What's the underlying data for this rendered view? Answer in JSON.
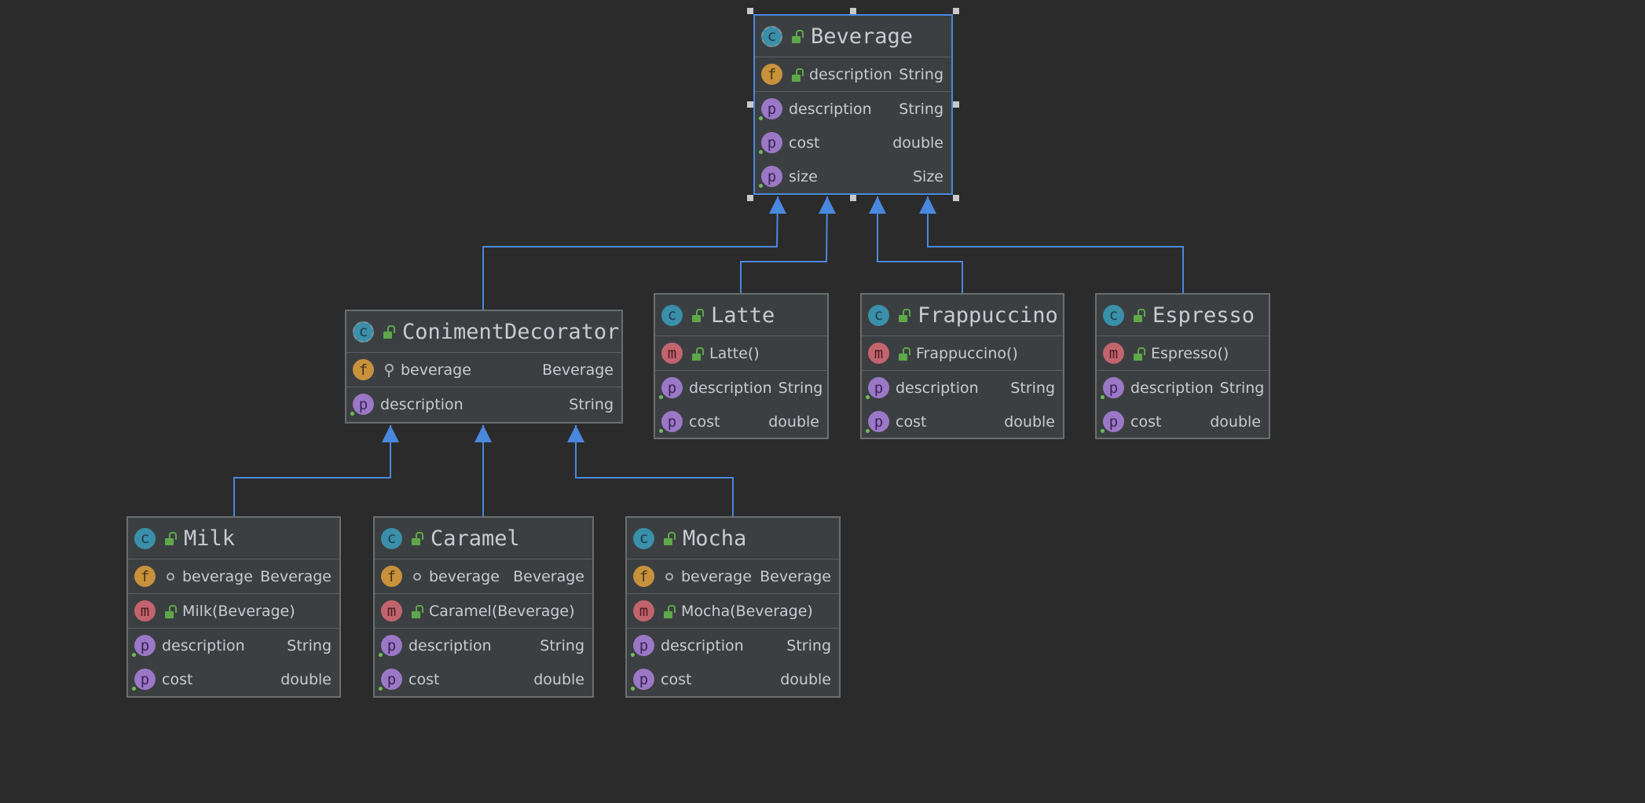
{
  "colors": {
    "background": "#2b2b2b",
    "class_fill": "#3c3f41",
    "class_border": "#6b6e70",
    "selection_border": "#4a88de",
    "edge": "#4a88de",
    "badge_class": "#3a8fa9",
    "badge_field": "#c8913c",
    "badge_method": "#c1646e",
    "badge_property": "#9a78c6"
  },
  "classes": [
    {
      "id": "beverage",
      "name": "Beverage",
      "abstract": true,
      "selected": true,
      "sections": [
        [
          {
            "kind": "f",
            "vis": "public",
            "name": "description",
            "type": "String"
          }
        ],
        [
          {
            "kind": "p",
            "name": "description",
            "type": "String"
          },
          {
            "kind": "p",
            "name": "cost",
            "type": "double"
          },
          {
            "kind": "p",
            "name": "size",
            "type": "Size"
          }
        ]
      ]
    },
    {
      "id": "coniment-decorator",
      "name": "ConimentDecorator",
      "abstract": true,
      "sections": [
        [
          {
            "kind": "f",
            "vis": "private",
            "name": "beverage",
            "type": "Beverage"
          }
        ],
        [
          {
            "kind": "p",
            "name": "description",
            "type": "String"
          }
        ]
      ]
    },
    {
      "id": "latte",
      "name": "Latte",
      "sections": [
        [
          {
            "kind": "m",
            "vis": "public",
            "name": "Latte()",
            "type": ""
          }
        ],
        [
          {
            "kind": "p",
            "name": "description",
            "type": "String"
          },
          {
            "kind": "p",
            "name": "cost",
            "type": "double"
          }
        ]
      ]
    },
    {
      "id": "frappuccino",
      "name": "Frappuccino",
      "sections": [
        [
          {
            "kind": "m",
            "vis": "public",
            "name": "Frappuccino()",
            "type": ""
          }
        ],
        [
          {
            "kind": "p",
            "name": "description",
            "type": "String"
          },
          {
            "kind": "p",
            "name": "cost",
            "type": "double"
          }
        ]
      ]
    },
    {
      "id": "espresso",
      "name": "Espresso",
      "sections": [
        [
          {
            "kind": "m",
            "vis": "public",
            "name": "Espresso()",
            "type": ""
          }
        ],
        [
          {
            "kind": "p",
            "name": "description",
            "type": "String"
          },
          {
            "kind": "p",
            "name": "cost",
            "type": "double"
          }
        ]
      ]
    },
    {
      "id": "milk",
      "name": "Milk",
      "sections": [
        [
          {
            "kind": "f",
            "vis": "package",
            "name": "beverage",
            "type": "Beverage"
          }
        ],
        [
          {
            "kind": "m",
            "vis": "public",
            "name": "Milk(Beverage)",
            "type": ""
          }
        ],
        [
          {
            "kind": "p",
            "name": "description",
            "type": "String"
          },
          {
            "kind": "p",
            "name": "cost",
            "type": "double"
          }
        ]
      ]
    },
    {
      "id": "caramel",
      "name": "Caramel",
      "sections": [
        [
          {
            "kind": "f",
            "vis": "package",
            "name": "beverage",
            "type": "Beverage"
          }
        ],
        [
          {
            "kind": "m",
            "vis": "public",
            "name": "Caramel(Beverage)",
            "type": ""
          }
        ],
        [
          {
            "kind": "p",
            "name": "description",
            "type": "String"
          },
          {
            "kind": "p",
            "name": "cost",
            "type": "double"
          }
        ]
      ]
    },
    {
      "id": "mocha",
      "name": "Mocha",
      "sections": [
        [
          {
            "kind": "f",
            "vis": "package",
            "name": "beverage",
            "type": "Beverage"
          }
        ],
        [
          {
            "kind": "m",
            "vis": "public",
            "name": "Mocha(Beverage)",
            "type": ""
          }
        ],
        [
          {
            "kind": "p",
            "name": "description",
            "type": "String"
          },
          {
            "kind": "p",
            "name": "cost",
            "type": "double"
          }
        ]
      ]
    }
  ],
  "inheritance": [
    {
      "child": "coniment-decorator",
      "parent": "beverage"
    },
    {
      "child": "latte",
      "parent": "beverage"
    },
    {
      "child": "frappuccino",
      "parent": "beverage"
    },
    {
      "child": "espresso",
      "parent": "beverage"
    },
    {
      "child": "milk",
      "parent": "coniment-decorator"
    },
    {
      "child": "caramel",
      "parent": "coniment-decorator"
    },
    {
      "child": "mocha",
      "parent": "coniment-decorator"
    }
  ]
}
